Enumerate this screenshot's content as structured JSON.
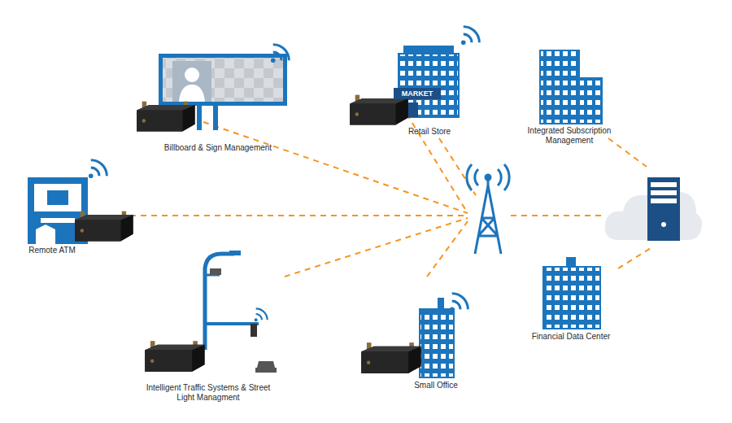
{
  "diagram": {
    "nodes": [
      {
        "text": [
          "Billboard & Sign Management"
        ]
      },
      {
        "text": [
          "Retail Store"
        ]
      },
      {
        "text": [
          "MARKET"
        ],
        "in": 1
      },
      {
        "text": [
          "Integrated Subscription Management"
        ]
      },
      {
        "text": [
          "Remote ATM"
        ]
      },
      {
        "text": [
          "Intelligent Traffic Systems & Street Light Managment"
        ]
      },
      {
        "text": [
          "Small Office"
        ]
      },
      {
        "text": [
          "Financial Data Center"
        ]
      }
    ]
  }
}
